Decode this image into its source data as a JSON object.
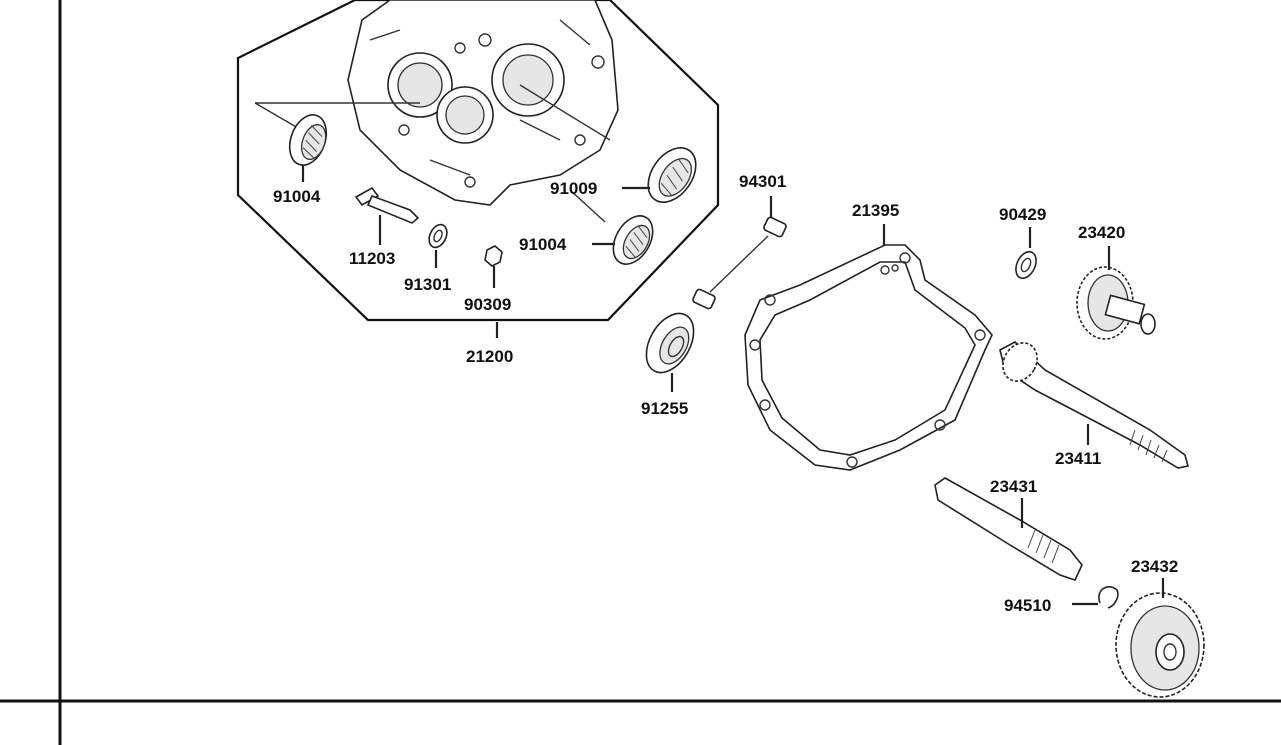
{
  "diagram": {
    "part_labels": {
      "p91004_left": "91004",
      "p11203": "11203",
      "p91301": "91301",
      "p90309": "90309",
      "p21200": "21200",
      "p91009": "91009",
      "p91004_right": "91004",
      "p94301": "94301",
      "p91255": "91255",
      "p21395": "21395",
      "p90429": "90429",
      "p23420": "23420",
      "p23411": "23411",
      "p23431": "23431",
      "p23432": "23432",
      "p94510": "94510"
    }
  }
}
